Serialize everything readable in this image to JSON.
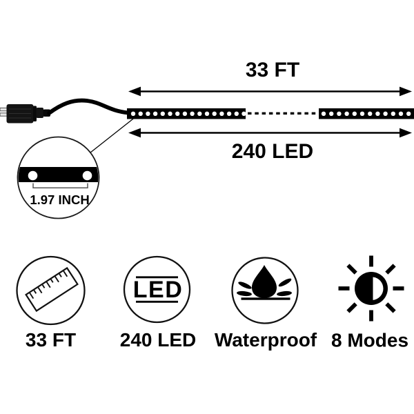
{
  "colors": {
    "ink": "#000000",
    "paper": "#ffffff"
  },
  "strip_diagram": {
    "length_label": "33 FT",
    "led_count_label": "240 LED",
    "led_spacing_label": "1.97 INCH",
    "icons": {
      "plug": "power-plug-icon",
      "strip": "led-strip-icon",
      "magnifier": "spacing-magnifier-icon",
      "arrows": "double-arrow-icon"
    }
  },
  "features": [
    {
      "icon": "ruler-icon",
      "label": "33 FT"
    },
    {
      "icon": "led-badge-icon",
      "badge_text": "LED",
      "label": "240 LED"
    },
    {
      "icon": "water-drop-splash-icon",
      "label": "Waterproof"
    },
    {
      "icon": "sun-brightness-icon",
      "label": "8 Modes"
    }
  ]
}
